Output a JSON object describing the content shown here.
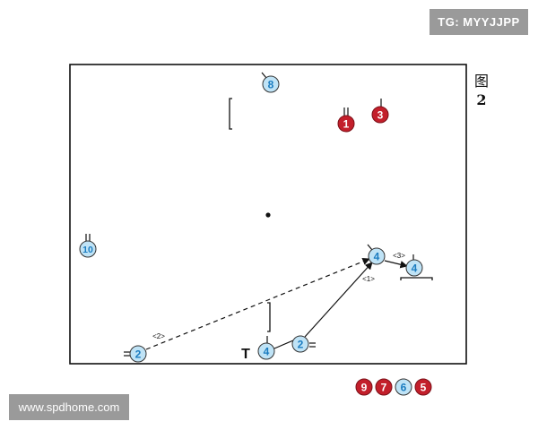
{
  "colors": {
    "attacker_fill": "#bfe3f6",
    "attacker_text": "#1b7cc0",
    "defender_fill": "#c31f2b",
    "defender_text": "#ffffff",
    "line": "#111111"
  },
  "watermarks": {
    "top_right": "TG: MYYJJPP",
    "bottom_left": "www.spdhome.com"
  },
  "figure": {
    "char": "图",
    "number": "2"
  },
  "players": {
    "p8": "8",
    "p10": "10",
    "p4_top": "4",
    "p4_right": "4",
    "p4_bottom": "4",
    "p2_bottom": "2",
    "p2_left": "2",
    "d1": "1",
    "d3": "3"
  },
  "bench": {
    "d9": "9",
    "d7": "7",
    "a6": "6",
    "d5": "5"
  },
  "sequence_labels": {
    "s1": "<1>",
    "s2": "<2>",
    "s3": "<3>"
  },
  "coach_marker": "T"
}
